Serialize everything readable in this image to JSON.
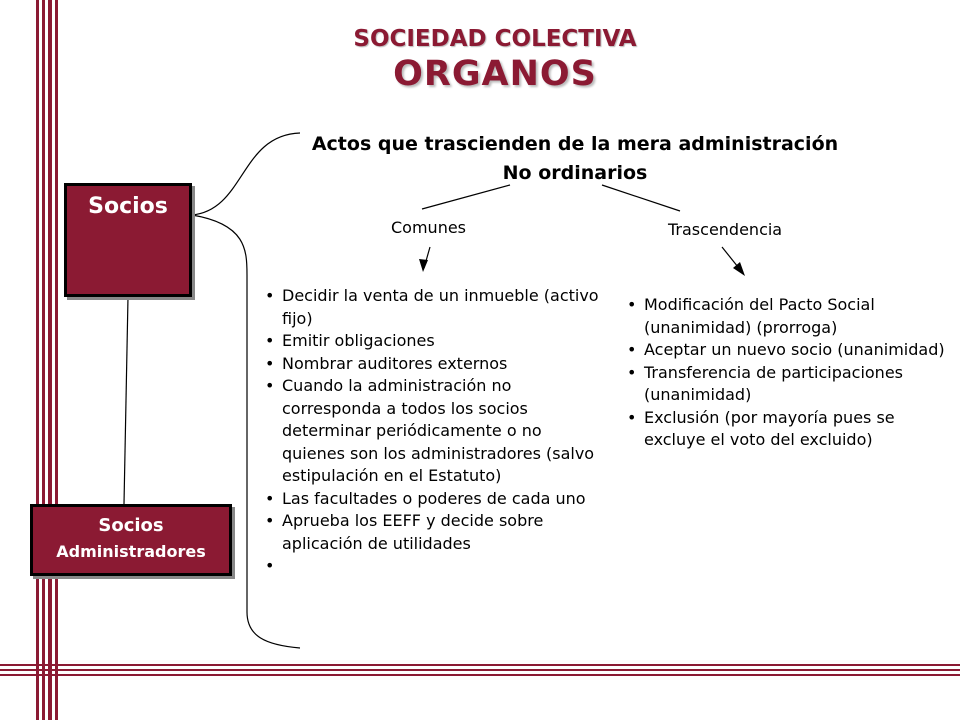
{
  "title": "SOCIEDAD COLECTIVA",
  "subtitle": "ORGANOS",
  "heading": {
    "line1": "Actos que trascienden de la mera administración",
    "line2": "No ordinarios"
  },
  "boxes": {
    "socios": "Socios",
    "admin_line1": "Socios",
    "admin_line2": "Administradores"
  },
  "branches": {
    "comunes": "Comunes",
    "trascendencia": "Trascendencia"
  },
  "comunes_items": [
    "Decidir la venta de un inmueble (activo fijo)",
    "Emitir obligaciones",
    "Nombrar auditores externos",
    "Cuando la administración no corresponda a todos los socios determinar periódicamente o no quienes son los administradores (salvo estipulación en el Estatuto)",
    "Las facultades o poderes de cada uno",
    "Aprueba los EEFF y decide sobre aplicación de utilidades",
    ""
  ],
  "trascendencia_items": [
    "Modificación del Pacto Social (unanimidad) (prorroga)",
    "Aceptar un nuevo socio (unanimidad)",
    "Transferencia de participaciones (unanimidad)",
    "Exclusión (por mayoría pues se excluye el voto del excluido)"
  ],
  "colors": {
    "accent": "#8b1a33",
    "line": "#000000"
  }
}
